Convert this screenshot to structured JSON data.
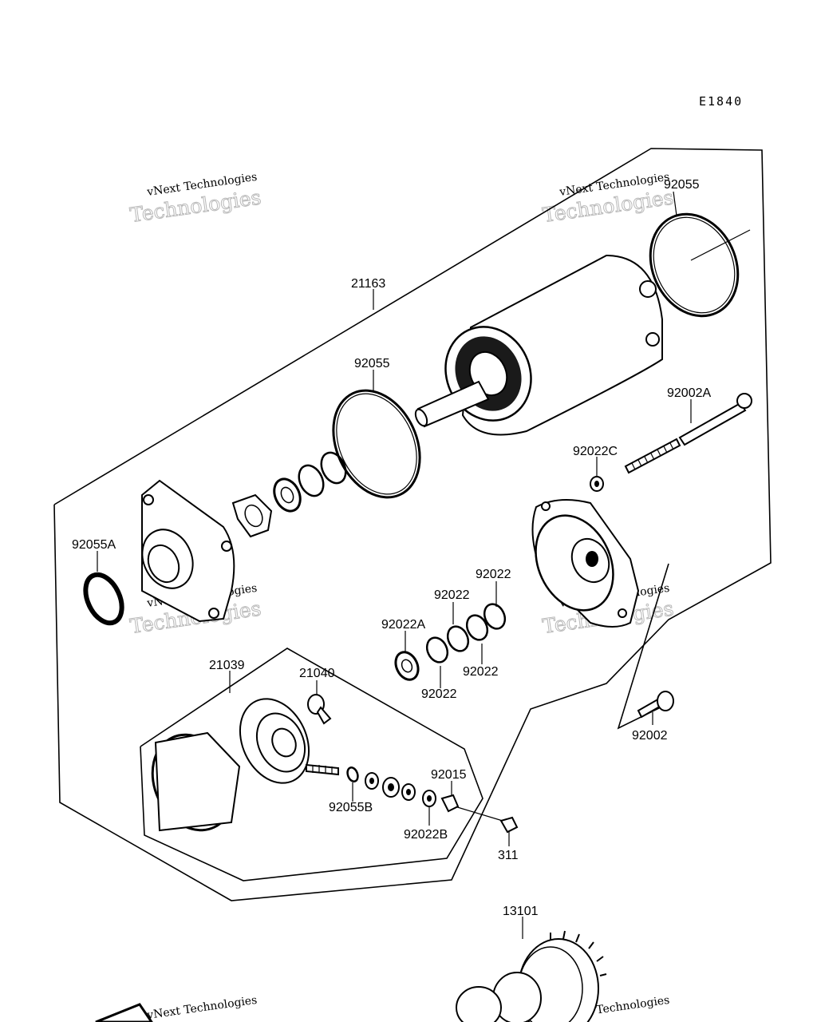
{
  "diagram_code": "E1840",
  "watermark": {
    "line1": "vNext Technologies",
    "line2": "Technologies"
  },
  "part_labels": {
    "p21163": "21163",
    "p92055_top": "92055",
    "p92055_mid": "92055",
    "p92002A": "92002A",
    "p92022C": "92022C",
    "p92055A": "92055A",
    "p92022_a": "92022",
    "p92022_b": "92022",
    "p92022A": "92022A",
    "p92022_c": "92022",
    "p92022_d": "92022",
    "p21039": "21039",
    "p21040": "21040",
    "p92002": "92002",
    "p92015": "92015",
    "p92055B": "92055B",
    "p92022B": "92022B",
    "p311": "311",
    "p13101": "13101"
  }
}
